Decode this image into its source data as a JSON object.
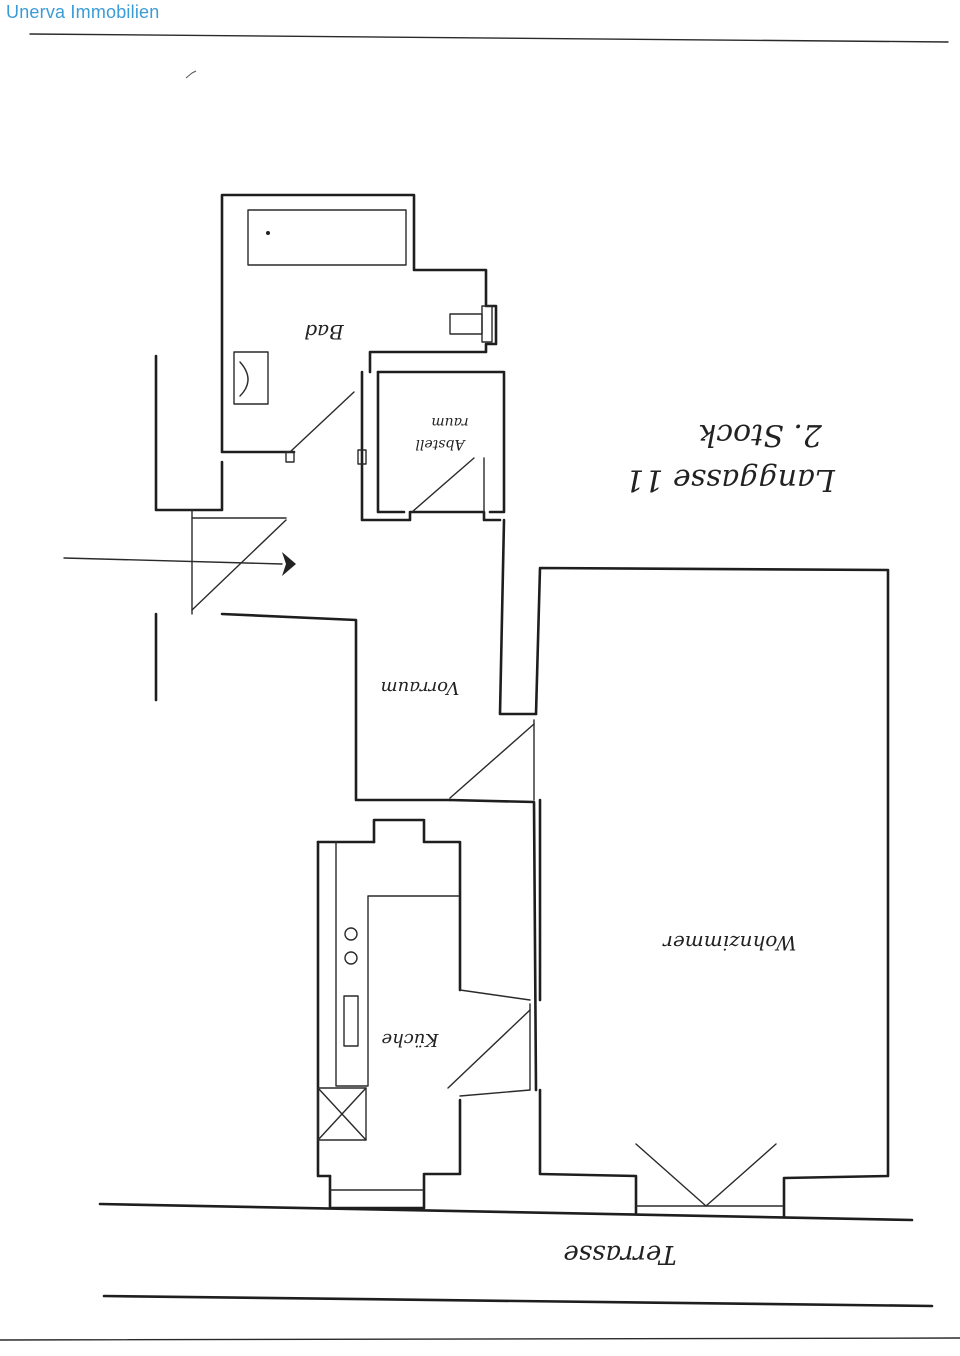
{
  "brand": {
    "name": "Unerva Immobilien",
    "color": "#3b9bd6"
  },
  "plan": {
    "title": "Langgasse 11",
    "floor": "2. Stock",
    "rooms": {
      "bad": "Bad",
      "abstell_line1": "Abstell",
      "abstell_line2": "raum",
      "vorraum": "Vorraum",
      "wohnzimmer": "Wohnzimmer",
      "kueche": "Küche",
      "terrasse": "Terrasse"
    }
  }
}
